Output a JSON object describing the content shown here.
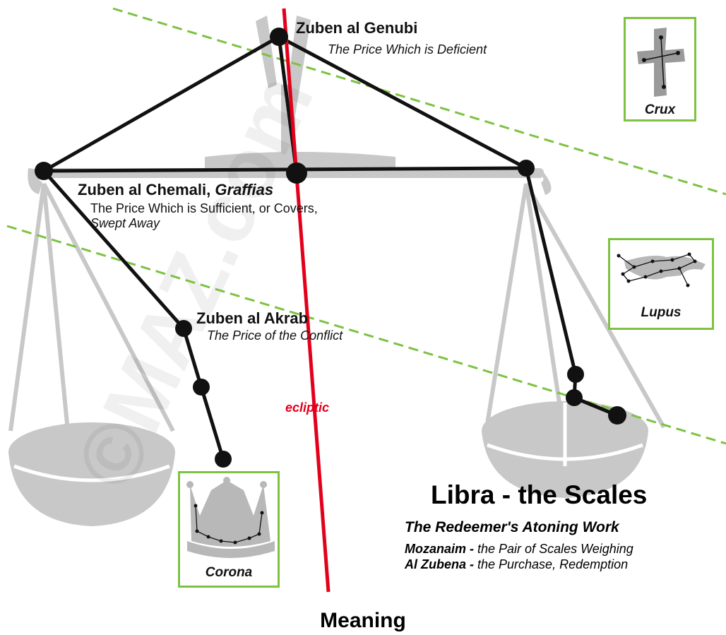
{
  "watermark": "©MAZ.com",
  "stars": {
    "genubi": {
      "name": "Zuben al Genubi",
      "meaning": "The Price Which is Deficient"
    },
    "chemali": {
      "name": "Zuben al Chemali,",
      "alt_name": "Graffias",
      "meaning": "The Price Which is Sufficient, or Covers,",
      "meaning2": "Swept Away"
    },
    "akrab": {
      "name": "Zuben al Akrab",
      "meaning": "The Price of the Conflict"
    }
  },
  "ecliptic_label": "ecliptic",
  "insets": {
    "crux": "Crux",
    "lupus": "Lupus",
    "corona": "Corona"
  },
  "title": "Libra - the Scales",
  "subtitle": "The Redeemer's Atoning Work",
  "names": [
    {
      "term": "Mozanaim -",
      "meaning": " the Pair of Scales Weighing"
    },
    {
      "term": "Al Zubena -",
      "meaning": " the Purchase, Redemption"
    }
  ],
  "footer": "Meaning",
  "colors": {
    "scale_gray": "#c8c8c8",
    "constellation_line": "#111111",
    "ecliptic": "#e3001b",
    "guide_dash": "#7dc242",
    "inset_border": "#7dc242"
  }
}
